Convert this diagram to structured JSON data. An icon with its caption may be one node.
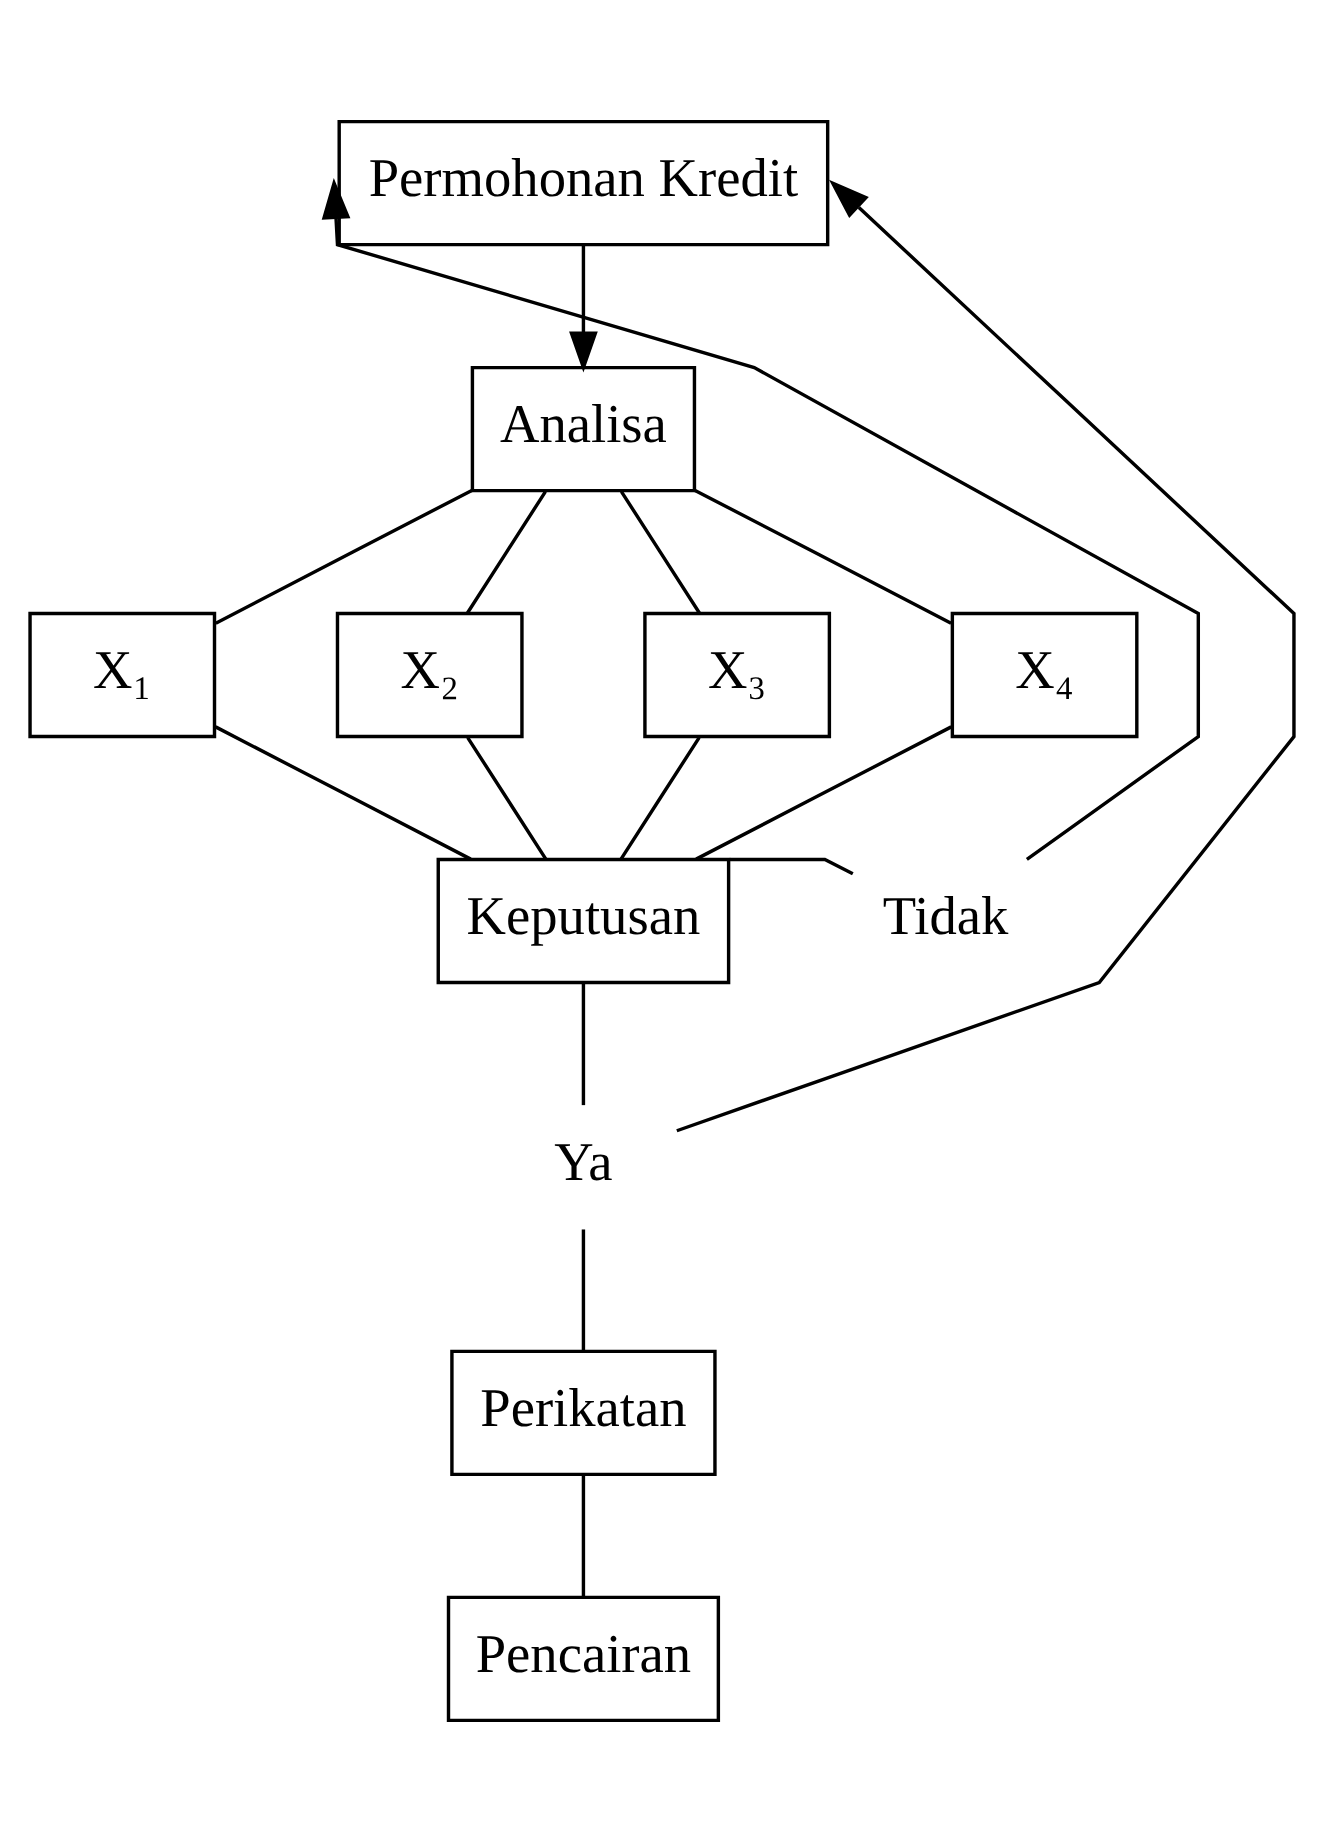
{
  "diagram": {
    "nodes": [
      {
        "text": [
          "Permohonan Kredit"
        ]
      },
      {
        "text": [
          "Analisa"
        ]
      },
      {
        "text": [
          "X₁"
        ]
      },
      {
        "text": [
          "X₂"
        ]
      },
      {
        "text": [
          "X₃"
        ]
      },
      {
        "text": [
          "X₄"
        ]
      },
      {
        "text": [
          "Keputusan"
        ]
      },
      {
        "text": [
          "Tidak"
        ]
      },
      {
        "text": [
          "Ya"
        ]
      },
      {
        "text": [
          "Perikatan"
        ]
      },
      {
        "text": [
          "Pencairan"
        ]
      }
    ],
    "edges": [
      {
        "from": 0,
        "to": 1,
        "arrow": "to"
      },
      {
        "from": 1,
        "to": 2,
        "arrow": "none"
      },
      {
        "from": 1,
        "to": 3,
        "arrow": "none"
      },
      {
        "from": 1,
        "to": 4,
        "arrow": "none"
      },
      {
        "from": 1,
        "to": 5,
        "arrow": "none"
      },
      {
        "from": 2,
        "to": 6,
        "arrow": "none"
      },
      {
        "from": 3,
        "to": 6,
        "arrow": "none"
      },
      {
        "from": 4,
        "to": 6,
        "arrow": "none"
      },
      {
        "from": 5,
        "to": 6,
        "arrow": "none"
      },
      {
        "from": 6,
        "to": 7,
        "arrow": "none"
      },
      {
        "from": 7,
        "to": 0,
        "arrow": "to"
      },
      {
        "from": 6,
        "to": 8,
        "arrow": "none"
      },
      {
        "from": 8,
        "to": 0,
        "arrow": "to"
      },
      {
        "from": 8,
        "to": 9,
        "arrow": "none"
      },
      {
        "from": 9,
        "to": 10,
        "arrow": "none"
      }
    ]
  }
}
